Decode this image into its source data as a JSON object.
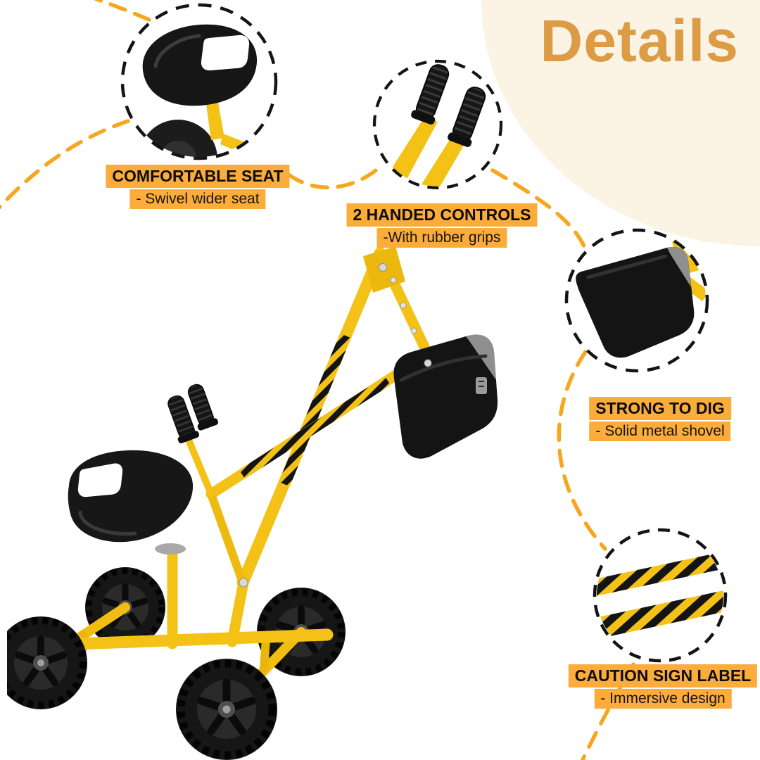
{
  "title": "Details",
  "features": [
    {
      "id": "comfortable-seat",
      "title": "COMFORTABLE SEAT",
      "subtitle": "- Swivel wider seat"
    },
    {
      "id": "two-handed-controls",
      "title": "2 HANDED CONTROLS",
      "subtitle": "-With rubber grips"
    },
    {
      "id": "strong-to-dig",
      "title": "STRONG TO DIG",
      "subtitle": "- Solid metal shovel"
    },
    {
      "id": "caution-sign-label",
      "title": "CAUTION SIGN LABEL",
      "subtitle": "- Immersive design"
    }
  ],
  "colors": {
    "highlight": "#FBAC3B",
    "title_text": "#DC9B45",
    "blob_background": "#FBF3E4",
    "dashed_connector": "#F6A71E",
    "machine_yellow": "#F4C117",
    "machine_black": "#161616"
  }
}
